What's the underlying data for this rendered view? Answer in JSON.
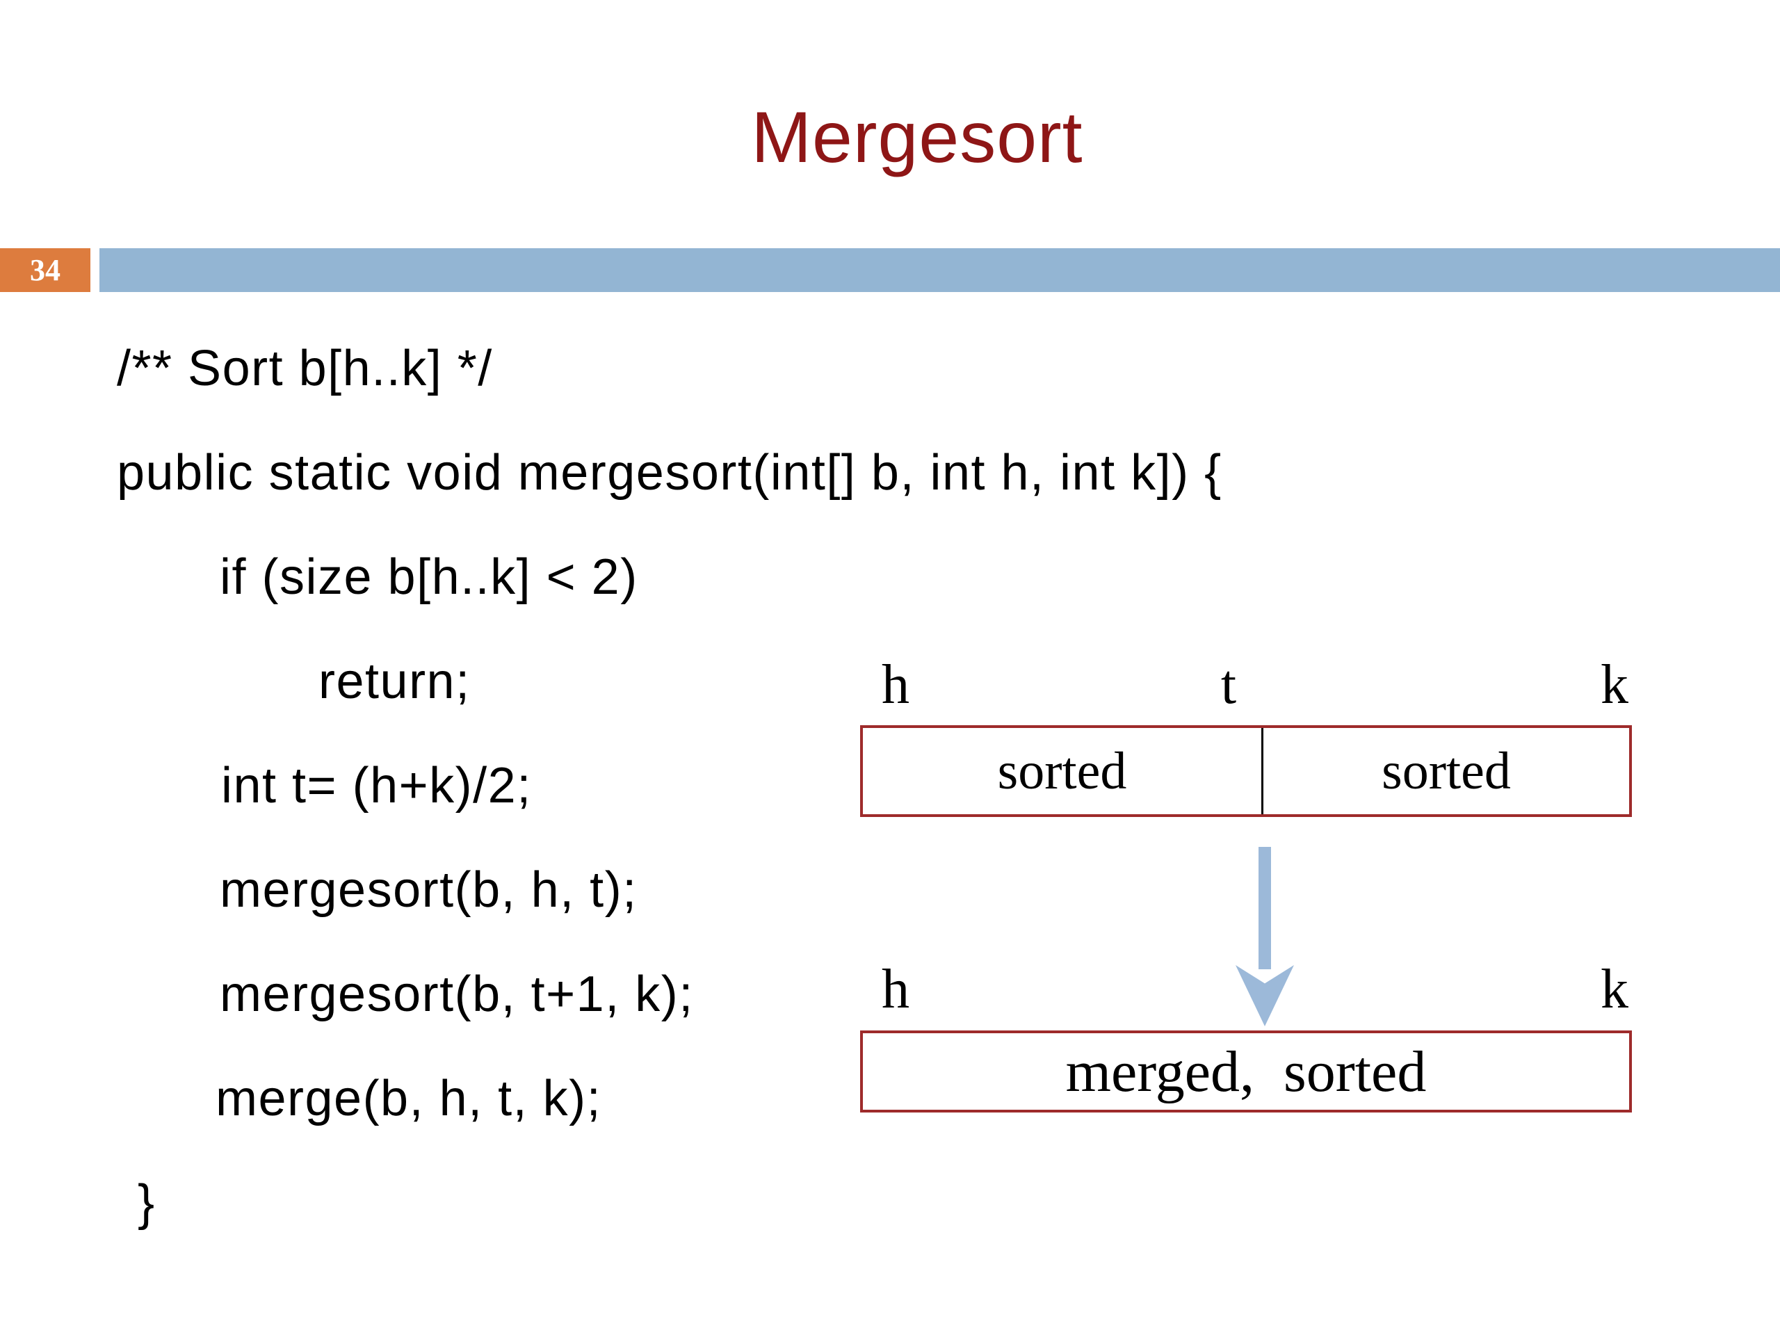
{
  "slide": {
    "title": "Mergesort",
    "page_number": "34"
  },
  "code": {
    "lines": [
      {
        "text": "/** Sort b[h..k] */"
      },
      {
        "text": "public static void mergesort(int[] b, int h, int k]) {"
      },
      {
        "text": "if (size b[h..k] < 2)"
      },
      {
        "text": "return;"
      },
      {
        "text": "int t= (h+k)/2;"
      },
      {
        "text": "mergesort(b, h, t);"
      },
      {
        "text": "mergesort(b, t+1, k);"
      },
      {
        "text": "merge(b, h, t, k);"
      },
      {
        "text": "}"
      }
    ]
  },
  "diagram": {
    "top_box": {
      "label_h": "h",
      "label_t": "t",
      "label_k": "k",
      "left_cell": "sorted",
      "right_cell": "sorted"
    },
    "arrow_icon": "down-arrow",
    "bottom_box": {
      "label_h": "h",
      "label_k": "k",
      "cell": "merged,  sorted"
    }
  },
  "colors": {
    "title_red": "#8e1616",
    "page_box_orange": "#dd7c3e",
    "band_blue": "#93b5d3",
    "box_border_red": "#9e2b2b",
    "arrow_blue": "#9cb9d9"
  }
}
